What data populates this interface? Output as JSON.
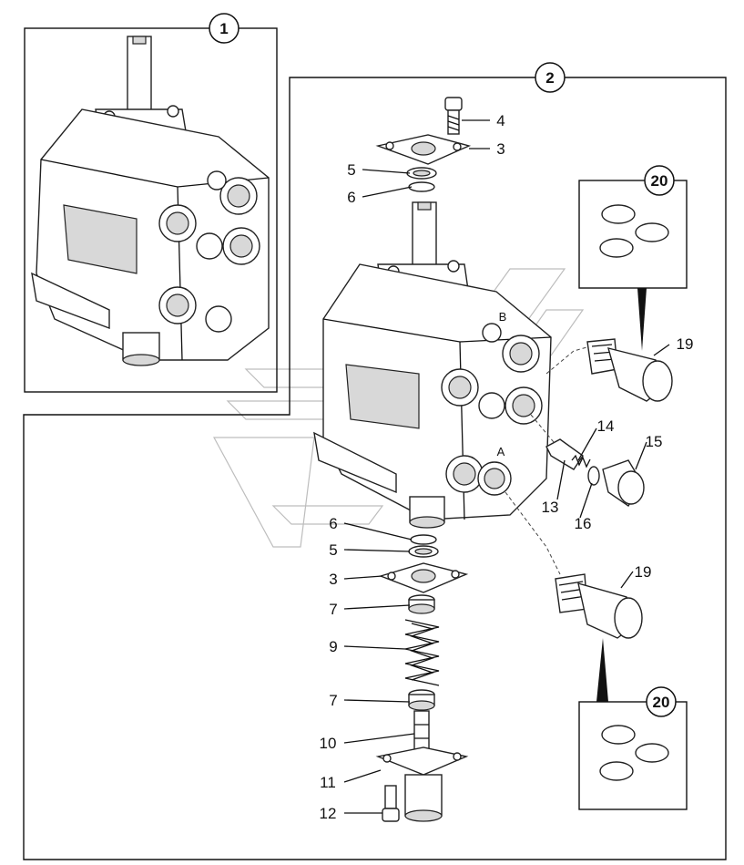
{
  "callouts": {
    "c1": "1",
    "c2": "2",
    "c20a": "20",
    "c20b": "20"
  },
  "labels": {
    "l4": "4",
    "l3a": "3",
    "l5a": "5",
    "l6a": "6",
    "l19a": "19",
    "l14": "14",
    "l15": "15",
    "l13": "13",
    "l16": "16",
    "l19b": "19",
    "l6b": "6",
    "l5b": "5",
    "l3b": "3",
    "l7a": "7",
    "l9": "9",
    "l7b": "7",
    "l10": "10",
    "l11": "11",
    "l12": "12"
  },
  "ports": {
    "pa": "A",
    "pb": "B"
  }
}
